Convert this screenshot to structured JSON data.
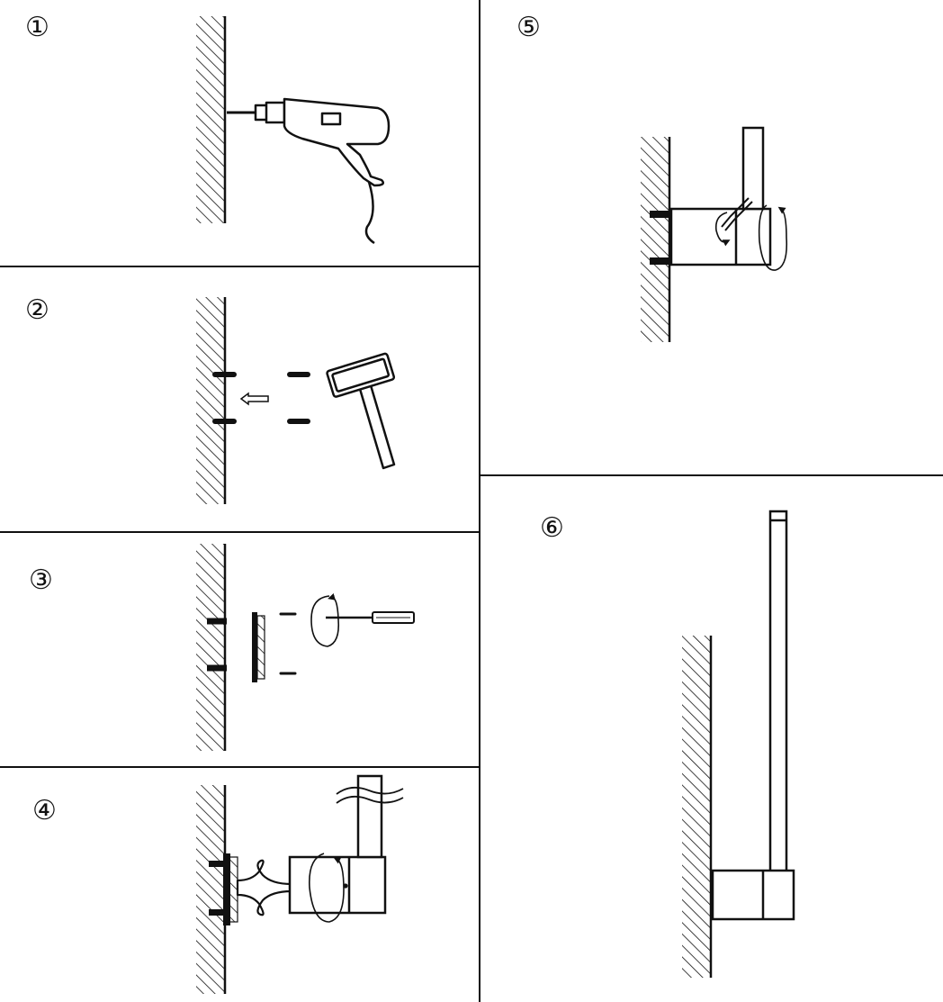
{
  "steps": [
    {
      "label": "①",
      "action": "drill-holes"
    },
    {
      "label": "②",
      "action": "hammer-anchors"
    },
    {
      "label": "③",
      "action": "screw-mounting-plate"
    },
    {
      "label": "④",
      "action": "attach-lamp-body"
    },
    {
      "label": "⑤",
      "action": "tighten-set-screw"
    },
    {
      "label": "⑥",
      "action": "finished-installation"
    }
  ],
  "colors": {
    "ink": "#111111",
    "background": "#ffffff"
  }
}
